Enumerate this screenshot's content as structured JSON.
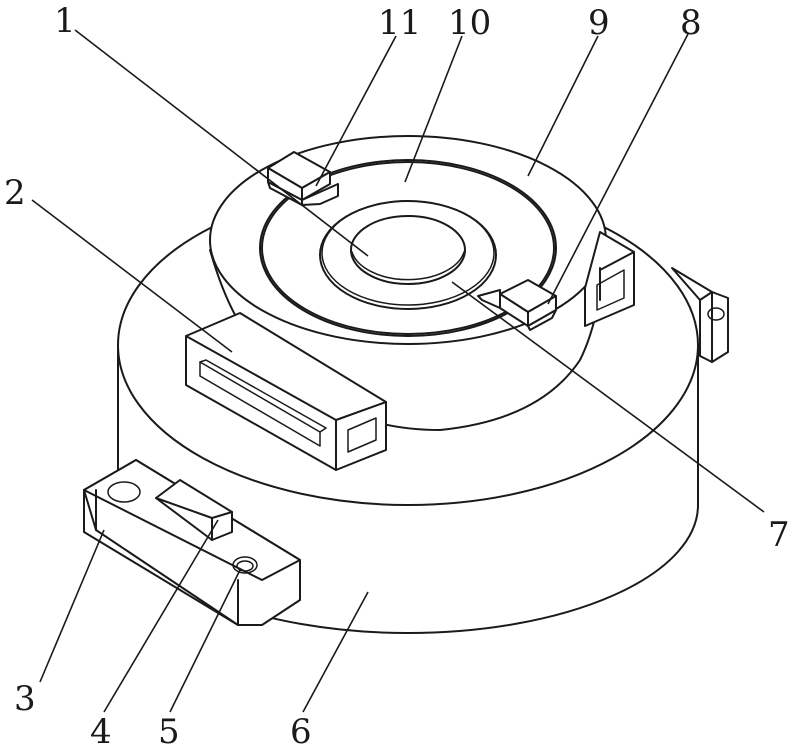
{
  "callouts": [
    {
      "id": "1",
      "label": "1"
    },
    {
      "id": "2",
      "label": "2"
    },
    {
      "id": "3",
      "label": "3"
    },
    {
      "id": "4",
      "label": "4"
    },
    {
      "id": "5",
      "label": "5"
    },
    {
      "id": "6",
      "label": "6"
    },
    {
      "id": "7",
      "label": "7"
    },
    {
      "id": "8",
      "label": "8"
    },
    {
      "id": "9",
      "label": "9"
    },
    {
      "id": "10",
      "label": "10"
    },
    {
      "id": "11",
      "label": "11"
    }
  ],
  "style": {
    "line_color": "#1a1a1a",
    "background": "#ffffff"
  }
}
